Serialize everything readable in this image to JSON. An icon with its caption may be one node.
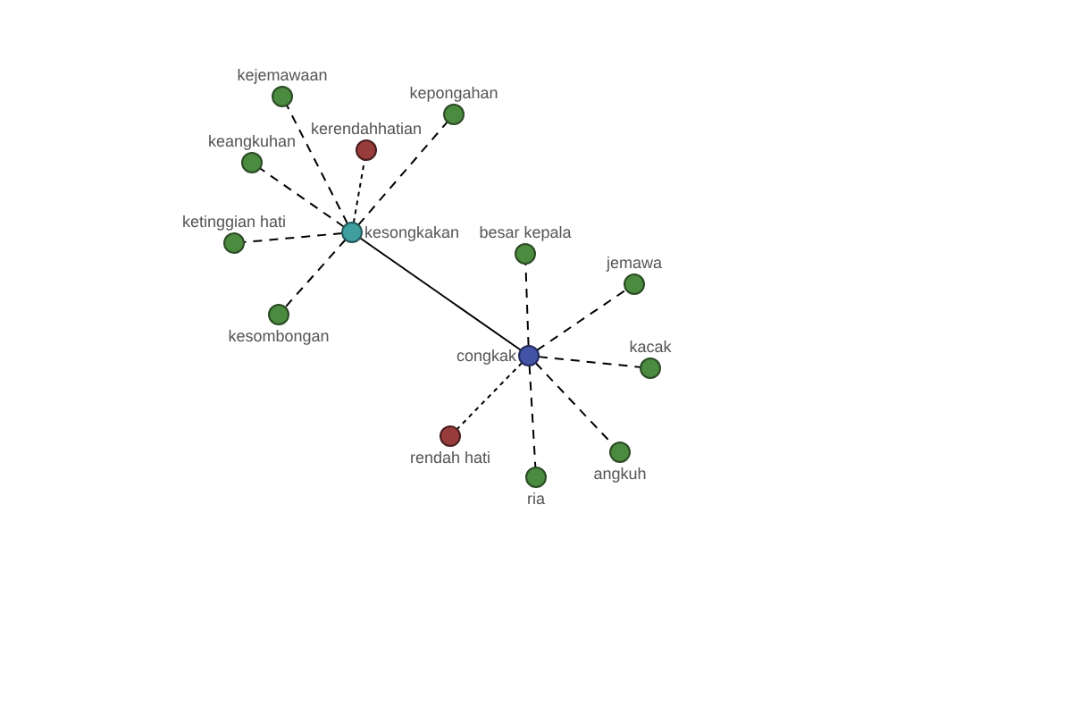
{
  "diagram": {
    "nodes": [
      {
        "text": [
          "kejemawaan"
        ]
      },
      {
        "text": [
          "kepongahan"
        ]
      },
      {
        "text": [
          "keangkuhan"
        ]
      },
      {
        "text": [
          "kerendahhatian"
        ]
      },
      {
        "text": [
          "kesongkakan"
        ]
      },
      {
        "text": [
          "ketinggian hati"
        ]
      },
      {
        "text": [
          "besar kepala"
        ]
      },
      {
        "text": [
          "jemawa"
        ]
      },
      {
        "text": [
          "kesombongan"
        ]
      },
      {
        "text": [
          "congkak"
        ]
      },
      {
        "text": [
          "kacak"
        ]
      },
      {
        "text": [
          "rendah hati"
        ]
      },
      {
        "text": [
          "angkuh"
        ]
      },
      {
        "text": [
          "ria"
        ]
      }
    ],
    "edges": [
      {
        "from": 4,
        "to": 9,
        "arrow": "none"
      },
      {
        "from": 4,
        "to": 0,
        "arrow": "none",
        "style": "dashed"
      },
      {
        "from": 4,
        "to": 1,
        "arrow": "none",
        "style": "dashed"
      },
      {
        "from": 4,
        "to": 2,
        "arrow": "none",
        "style": "dashed"
      },
      {
        "from": 4,
        "to": 3,
        "arrow": "none",
        "style": "dashed"
      },
      {
        "from": 4,
        "to": 5,
        "arrow": "none",
        "style": "dashed"
      },
      {
        "from": 4,
        "to": 8,
        "arrow": "none",
        "style": "dashed"
      },
      {
        "from": 9,
        "to": 6,
        "arrow": "none",
        "style": "dashed"
      },
      {
        "from": 9,
        "to": 7,
        "arrow": "none",
        "style": "dashed"
      },
      {
        "from": 9,
        "to": 10,
        "arrow": "none",
        "style": "dashed"
      },
      {
        "from": 9,
        "to": 12,
        "arrow": "none",
        "style": "dashed"
      },
      {
        "from": 9,
        "to": 13,
        "arrow": "none",
        "style": "dashed"
      },
      {
        "from": 9,
        "to": 11,
        "arrow": "none",
        "style": "dashed"
      }
    ]
  }
}
